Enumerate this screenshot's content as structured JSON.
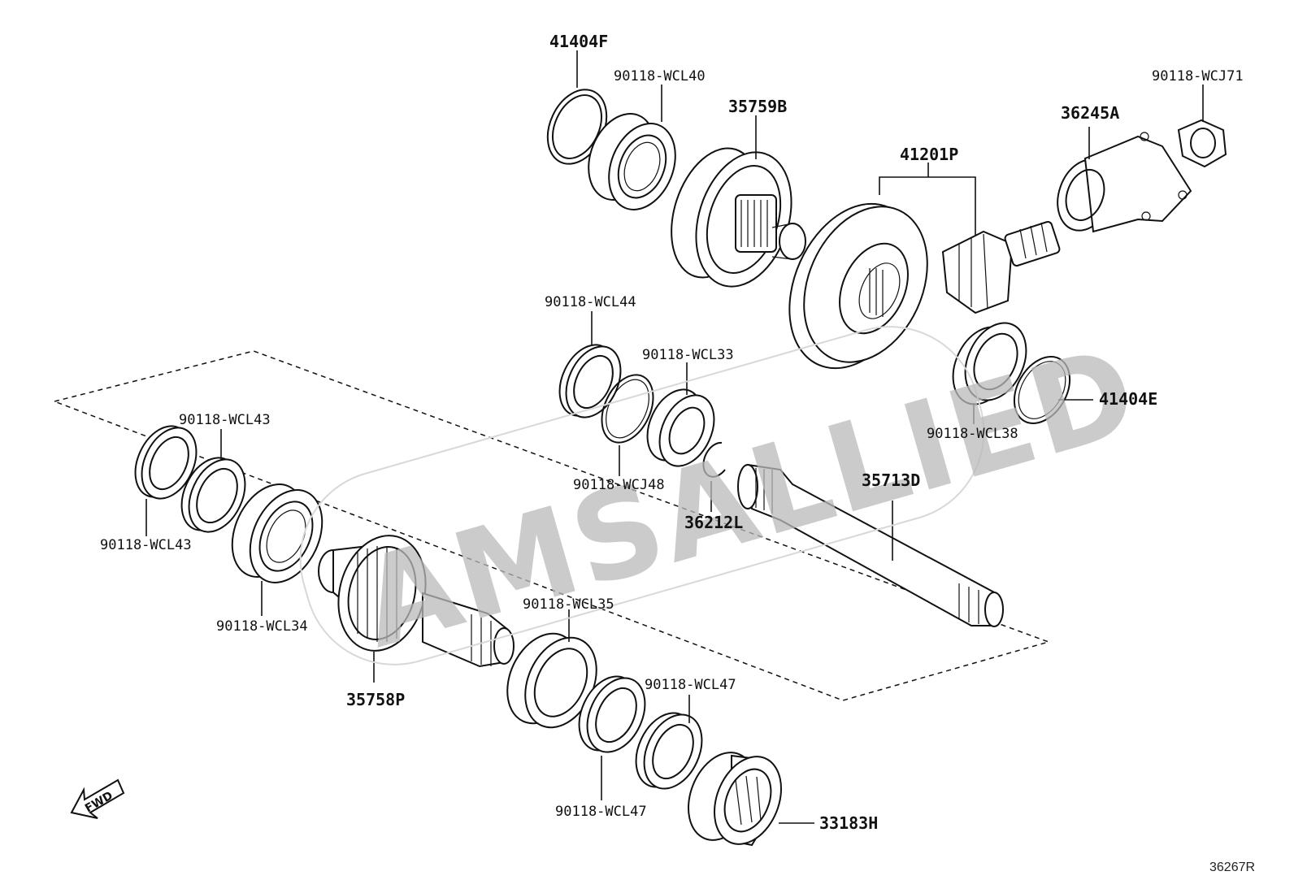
{
  "watermark": "AMSALLIED",
  "figure_number": "36267R",
  "fwd_label": "FWD",
  "labels": {
    "l_41404F": "41404F",
    "l_WCL40": "90118-WCL40",
    "l_35759B": "35759B",
    "l_41201P": "41201P",
    "l_36245A": "36245A",
    "l_WCJ71": "90118-WCJ71",
    "l_WCL44": "90118-WCL44",
    "l_WCL33": "90118-WCL33",
    "l_WCJ48": "90118-WCJ48",
    "l_36212L": "36212L",
    "l_35713D": "35713D",
    "l_WCL38": "90118-WCL38",
    "l_41404E": "41404E",
    "l_WCL43a": "90118-WCL43",
    "l_WCL43b": "90118-WCL43",
    "l_WCL34": "90118-WCL34",
    "l_35758P": "35758P",
    "l_WCL35": "90118-WCL35",
    "l_WCL47a": "90118-WCL47",
    "l_WCL47b": "90118-WCL47",
    "l_33183H": "33183H"
  }
}
